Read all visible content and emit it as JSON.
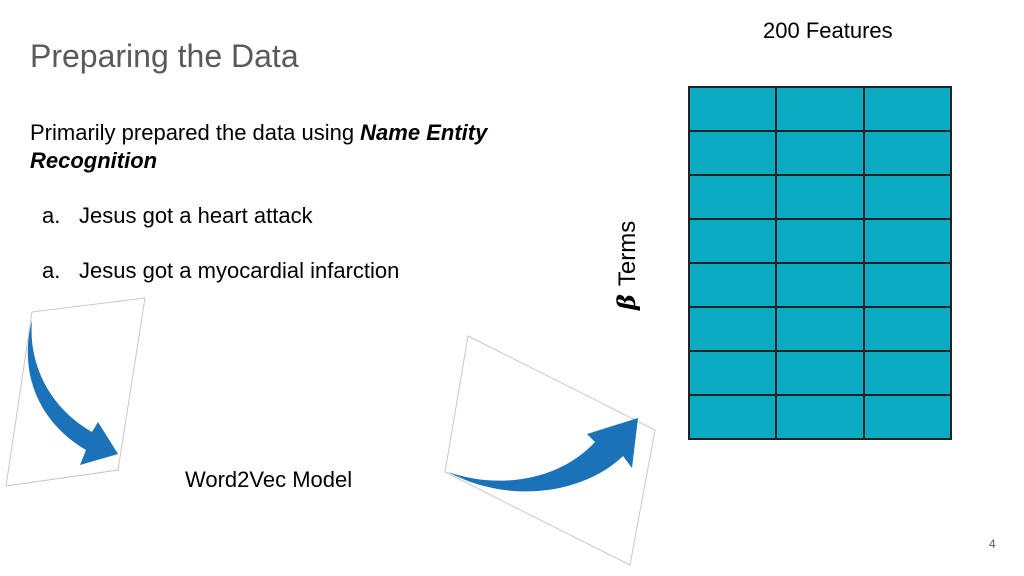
{
  "slide": {
    "title": "Preparing the Data",
    "intro_text": "Primarily prepared the data using ",
    "intro_emphasis": "Name Entity Recognition",
    "items": [
      {
        "marker": "a.",
        "text": "Jesus got a heart attack"
      },
      {
        "marker": "a.",
        "text": "Jesus got a myocardial infarction"
      }
    ],
    "model_label": "Word2Vec Model",
    "matrix": {
      "columns_label": "200 Features",
      "rows_symbol": "β",
      "rows_label": "Terms",
      "cols": 3,
      "rows": 8,
      "fill_color": "#0aabc3"
    },
    "page_number": "4",
    "arrow_color": "#1a73b8"
  }
}
